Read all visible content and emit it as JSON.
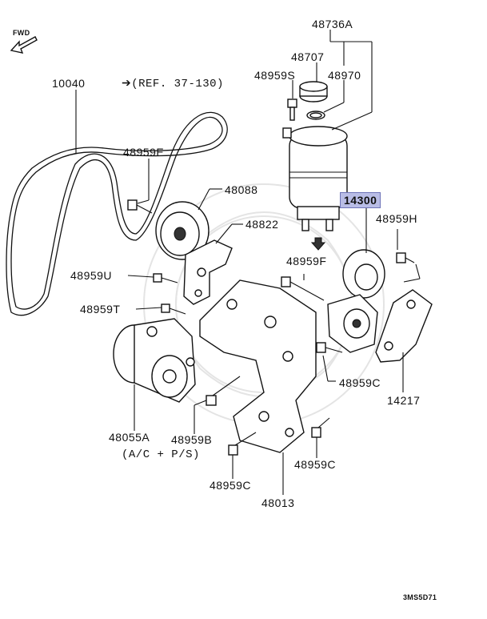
{
  "diagram": {
    "direction_label": "FWD",
    "reference_note": "➔(REF. 37-130)",
    "footer_code": "3MS5D71",
    "callouts": [
      {
        "id": "48736A",
        "text": "48736A"
      },
      {
        "id": "48707",
        "text": "48707"
      },
      {
        "id": "48970",
        "text": "48970"
      },
      {
        "id": "48959S",
        "text": "48959S"
      },
      {
        "id": "10040",
        "text": "10040"
      },
      {
        "id": "48959E",
        "text": "48959E"
      },
      {
        "id": "48088",
        "text": "48088"
      },
      {
        "id": "48822",
        "text": "48822"
      },
      {
        "id": "14300",
        "text": "14300",
        "highlighted": true,
        "highlight_color": "#b9bde6"
      },
      {
        "id": "48959H",
        "text": "48959H"
      },
      {
        "id": "48959F",
        "text": "48959F"
      },
      {
        "id": "48959U",
        "text": "48959U"
      },
      {
        "id": "48959T",
        "text": "48959T"
      },
      {
        "id": "48959C_right",
        "text": "48959C"
      },
      {
        "id": "14217",
        "text": "14217"
      },
      {
        "id": "48055A",
        "text": "48055A"
      },
      {
        "id": "ac_ps_note",
        "text": "(A/C + P/S)"
      },
      {
        "id": "48959B",
        "text": "48959B"
      },
      {
        "id": "48959C_bottom",
        "text": "48959C"
      },
      {
        "id": "48959C_mid",
        "text": "48959C"
      },
      {
        "id": "48013",
        "text": "48013"
      }
    ]
  }
}
